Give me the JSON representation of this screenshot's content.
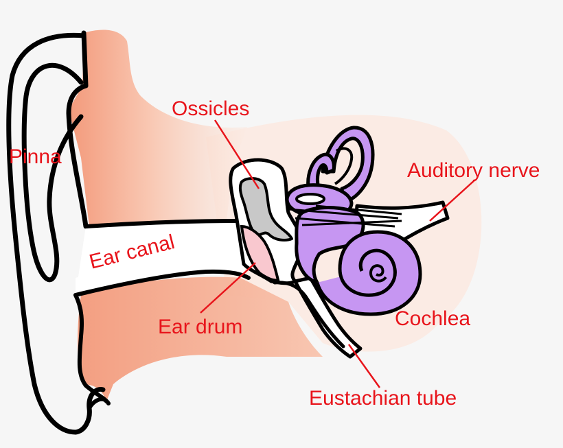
{
  "labels": {
    "ossicles": "Ossicles",
    "pinna": "Pinna",
    "auditory_nerve": "Auditory nerve",
    "ear_canal": "Ear canal",
    "ear_drum": "Ear drum",
    "cochlea": "Cochlea",
    "eustachian_tube": "Eustachian tube"
  },
  "colors": {
    "background": "#f6f6f6",
    "label": "#e8141b",
    "outline": "#000000",
    "skin": "#f7a789",
    "skin_fade": "#fbe9e0",
    "ossicle_gray": "#c8c8c8",
    "ear_drum_pink": "#f9c8cf",
    "inner_ear_purple": "#c696f2",
    "nerve_white": "#ffffff"
  }
}
